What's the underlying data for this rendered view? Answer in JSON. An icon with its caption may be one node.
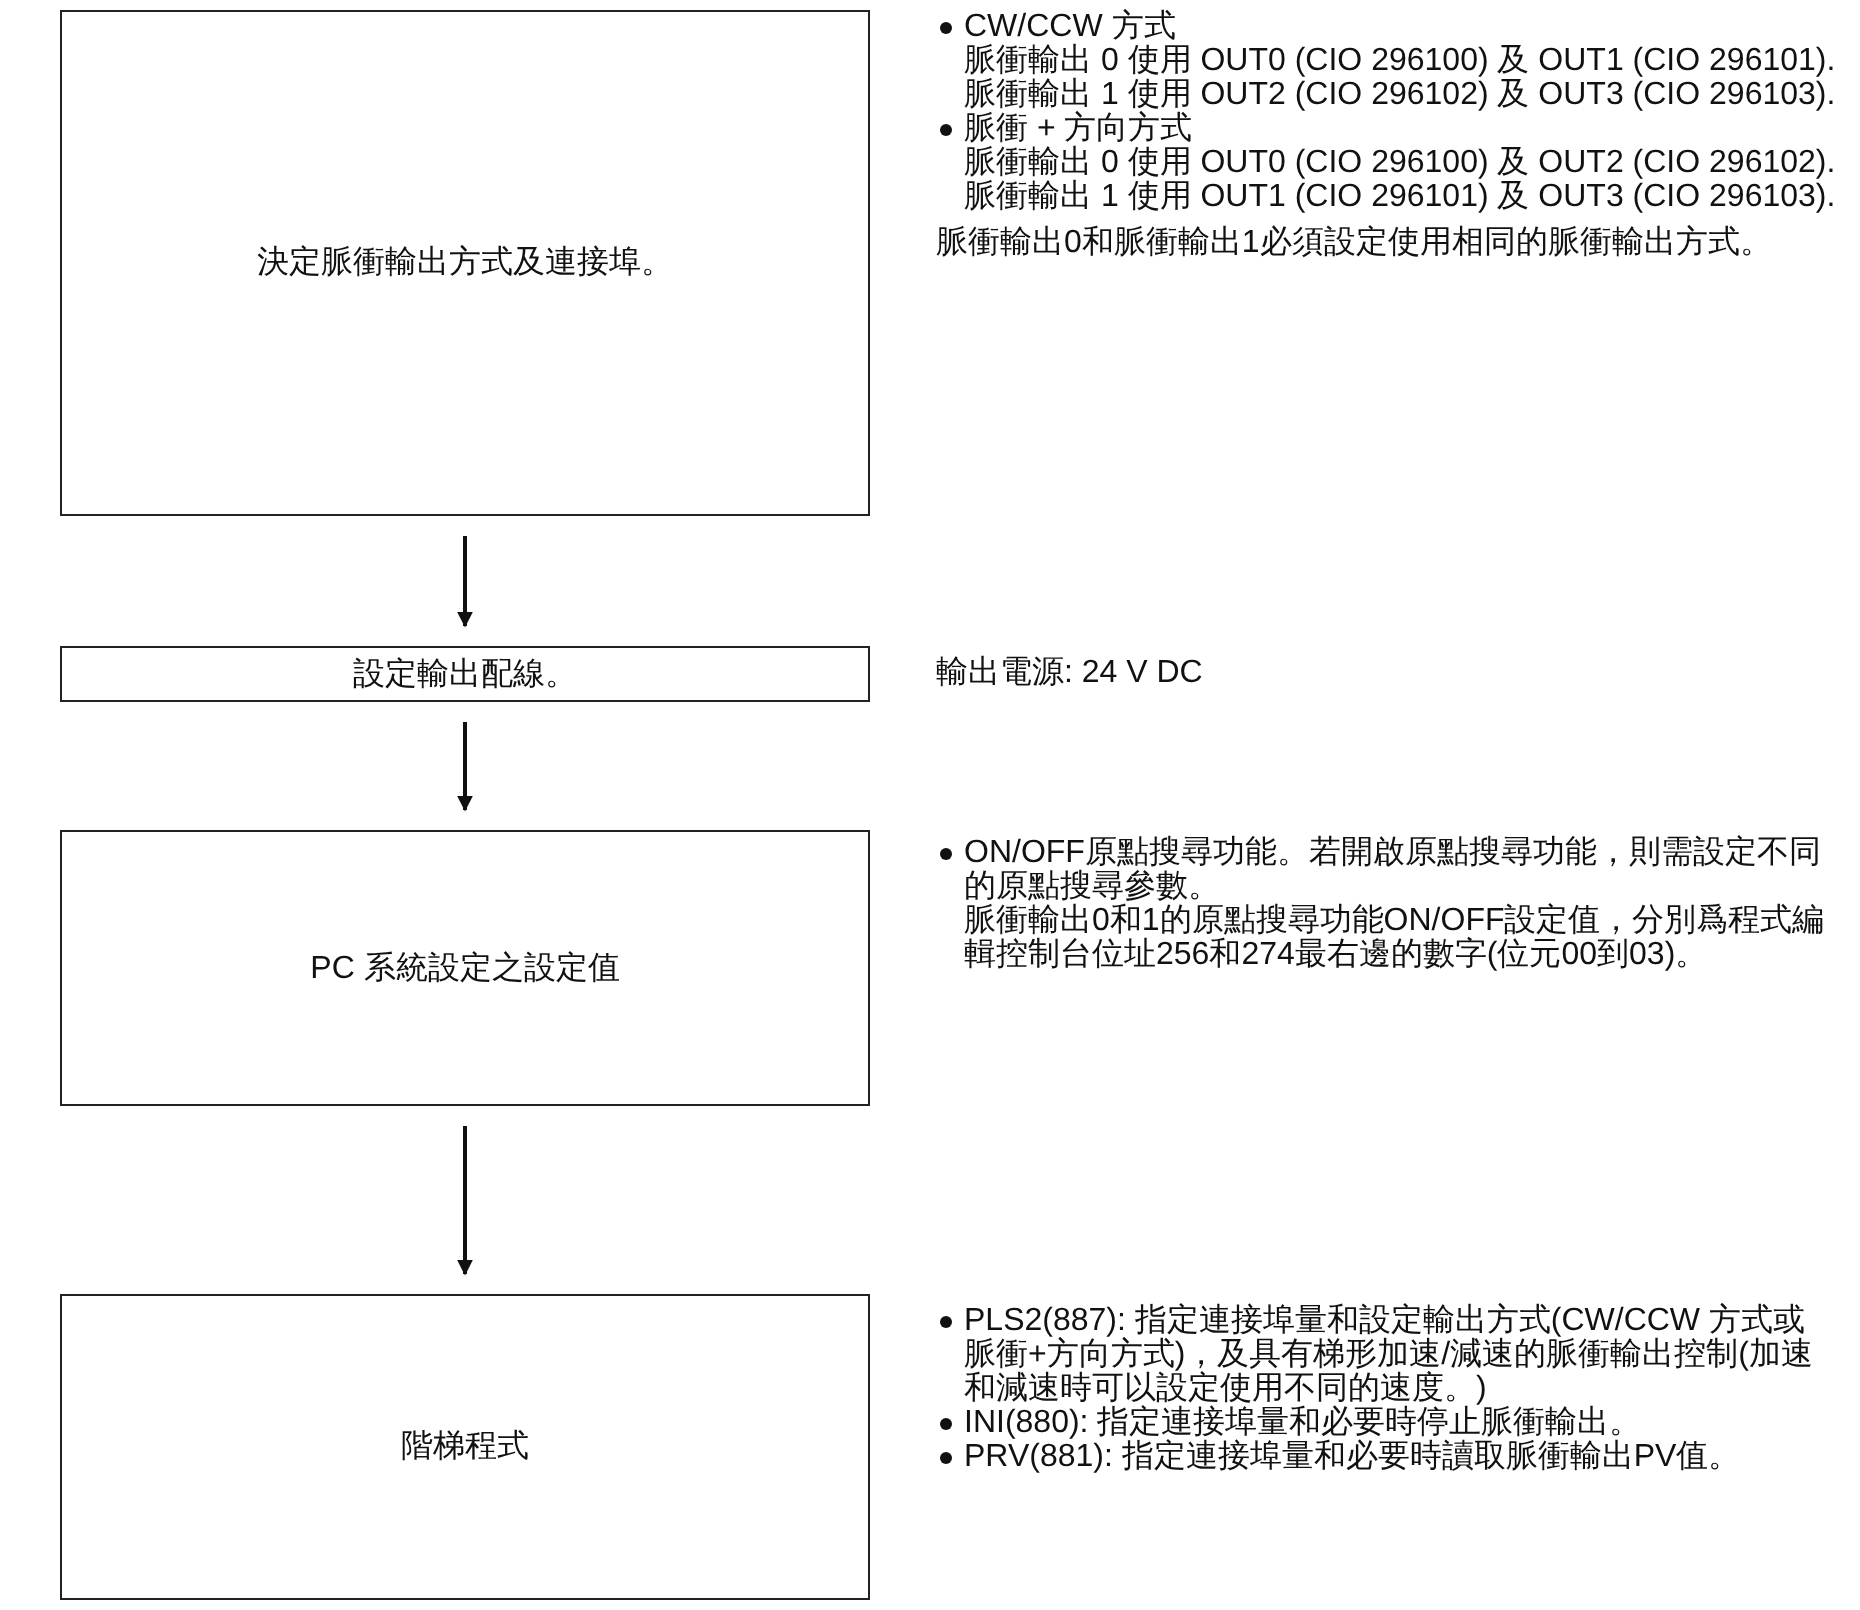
{
  "diagram": {
    "nodes": [
      {
        "text": [
          "決定脈衝輸出方式及連接埠。"
        ],
        "beside": [
          "CW/CCW 方式",
          "脈衝輸出 0 使用 OUT0 (CIO 296100) 及 OUT1 (CIO 296101).",
          "脈衝輸出 1 使用 OUT2 (CIO 296102) 及 OUT3 (CIO 296103).",
          "脈衝 + 方向方式",
          "脈衝輸出 0 使用 OUT0 (CIO 296100) 及 OUT2 (CIO 296102).",
          "脈衝輸出 1 使用 OUT1 (CIO 296101) 及 OUT3 (CIO 296103).",
          "脈衝輸出0和脈衝輸出1必須設定使用相同的脈衝輸出方式。"
        ]
      },
      {
        "text": [
          "設定輸出配線。"
        ],
        "beside": [
          "輸出電源: 24 V DC"
        ]
      },
      {
        "text": [
          "PC 系統設定之設定值"
        ],
        "beside": [
          "ON/OFF原點搜尋功能。若開啟原點搜尋功能，則需設定不同的原點搜尋參數。",
          "脈衝輸出0和1的原點搜尋功能ON/OFF設定值，分別爲程式編輯控制台位址256和274最右邊的數字(位元00到03)。"
        ]
      },
      {
        "text": [
          "階梯程式"
        ],
        "beside": [
          "PLS2(887): 指定連接埠量和設定輸出方式(CW/CCW 方式或脈衝+方向方式)，及具有梯形加速/減速的脈衝輸出控制(加速和減速時可以設定使用不同的速度。)",
          "INI(880): 指定連接埠量和必要時停止脈衝輸出。",
          "PRV(881): 指定連接埠量和必要時讀取脈衝輸出PV值。"
        ]
      }
    ],
    "edges": [
      {
        "from": 0,
        "to": 1,
        "arrow": "to"
      },
      {
        "from": 1,
        "to": 2,
        "arrow": "to"
      },
      {
        "from": 2,
        "to": 3,
        "arrow": "to"
      }
    ]
  }
}
